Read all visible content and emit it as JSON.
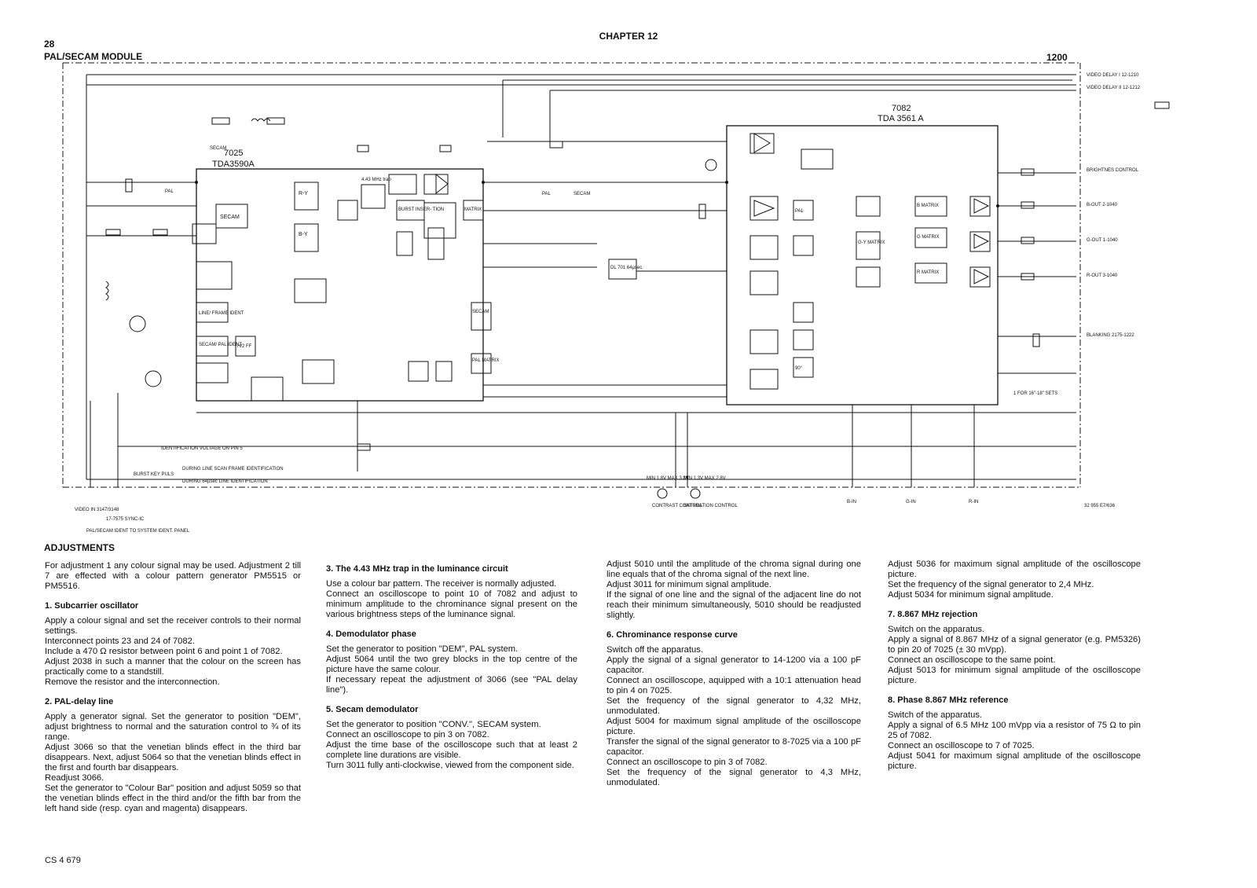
{
  "header": {
    "page_number": "28",
    "module": "PAL/SECAM MODULE",
    "chapter": "CHAPTER 12",
    "model": "1200"
  },
  "schematic": {
    "ic_main_1_number": "7025",
    "ic_main_1_type": "TDA3590A",
    "ic_main_2_number": "7082",
    "ic_main_2_type": "TDA 3561 A",
    "blocks": [
      "SECAM",
      "R-Y",
      "B-Y",
      "LINE/ FRAME IDENT",
      "SECAM/ PAL IDENT",
      "H/2 FF",
      "BURST INSER- TION",
      "MATRIX",
      "PAL MATRIX",
      "SECAM",
      "DL 701 64µsec",
      "G-Y MATRIX",
      "B MATRIX",
      "G MATRIX",
      "R MATRIX",
      "90°",
      "PAL"
    ],
    "outputs": [
      "VIDEO DELAY I 12-1210",
      "VIDEO DELAY II 12-1212",
      "BRIGHTNES CONTROL",
      "B-OUT 2-1040",
      "G-OUT 1-1040",
      "R-OUT 3-1040",
      "BLANKING 2175-1222"
    ],
    "inputs": [
      "VIDEO IN 3147/3148",
      "17-7575 SYNC-IC",
      "PAL/SECAM IDENT TO SYSTEM IDENT. PANEL",
      "CONTRAST CONTROL",
      "SATURATION CONTROL",
      "B-IN",
      "G-IN",
      "R-IN"
    ],
    "notes": [
      "IDENTIFICATION VOLTAGE ON PIN 5",
      "BURST KEY PULS",
      "DURING LINE SCAN FRAME IDENTIFICATION",
      "DURING 64µsec LINE IDENTIFICATION",
      "1 FOR 16\"-18\" SETS",
      "32 955 E7/636"
    ],
    "labels": [
      "PAL",
      "SECAM",
      "PAL",
      "SECAM",
      "4.43 MHz trap",
      "MIN 1.8V MAX 3.3V",
      "MIN 1.3V MAX 2.8V"
    ]
  },
  "section_title": "ADJUSTMENTS",
  "columns": [
    [
      {
        "type": "p",
        "text": "For adjustment 1 any colour signal may be used. Adjustment 2 till 7 are effected with a colour pattern generator PM5515 or PM5516."
      },
      {
        "type": "h",
        "text": "1. Subcarrier oscillator"
      },
      {
        "type": "p",
        "text": "Apply a colour signal and set the receiver controls to their normal settings."
      },
      {
        "type": "p",
        "text": "Interconnect points 23 and 24 of 7082."
      },
      {
        "type": "p",
        "text": "Include a 470 Ω resistor between point 6 and point 1 of 7082."
      },
      {
        "type": "p",
        "text": "Adjust 2038 in such a manner that the colour on the screen has practically come to a standstill."
      },
      {
        "type": "p",
        "text": "Remove the resistor and the interconnection."
      },
      {
        "type": "h",
        "text": "2. PAL-delay line"
      },
      {
        "type": "p",
        "text": "Apply a generator signal. Set the generator to position \"DEM\", adjust brightness to normal and the saturation control to ¾ of its range."
      },
      {
        "type": "p",
        "text": "Adjust 3066 so that the venetian blinds effect in the third bar disappears. Next, adjust 5064 so that the venetian blinds effect in the first and fourth bar disappears."
      },
      {
        "type": "p",
        "text": "Readjust 3066."
      },
      {
        "type": "p",
        "text": "Set the generator to \"Colour Bar\" position and adjust 5059 so that the venetian blinds effect in the third and/or the fifth bar from the left hand side (resp. cyan and magenta) disappears."
      }
    ],
    [
      {
        "type": "h",
        "text": "3. The 4.43 MHz trap in the luminance circuit"
      },
      {
        "type": "p",
        "text": "Use a colour bar pattern. The receiver is normally adjusted."
      },
      {
        "type": "p",
        "text": "Connect an oscilloscope to point 10 of 7082 and adjust to minimum amplitude to the chrominance signal present on the various brightness steps of the luminance signal."
      },
      {
        "type": "h",
        "text": "4. Demodulator phase"
      },
      {
        "type": "p",
        "text": "Set the generator to position \"DEM\", PAL system."
      },
      {
        "type": "p",
        "text": "Adjust 5064 until the two grey blocks in the top centre of the picture have the same colour."
      },
      {
        "type": "p",
        "text": "If necessary repeat the adjustment of 3066 (see \"PAL delay line\")."
      },
      {
        "type": "h",
        "text": "5. Secam demodulator"
      },
      {
        "type": "p",
        "text": "Set the generator to position \"CONV.\", SECAM system."
      },
      {
        "type": "p",
        "text": "Connect an oscilloscope to pin 3 on 7082."
      },
      {
        "type": "p",
        "text": "Adjust the time base of the oscilloscope such that at least 2 complete line durations are visible."
      },
      {
        "type": "p",
        "text": "Turn 3011 fully anti-clockwise, viewed from the component side."
      }
    ],
    [
      {
        "type": "p",
        "text": "Adjust 5010 until the amplitude of the chroma signal during one line equals that of the chroma signal of the next line."
      },
      {
        "type": "p",
        "text": "Adjust 3011 for minimum signal amplitude."
      },
      {
        "type": "p",
        "text": "If the signal of one line and the signal of the adjacent line do not reach their minimum simultaneously, 5010 should be readjusted slightly."
      },
      {
        "type": "h",
        "text": "6. Chrominance response curve"
      },
      {
        "type": "p",
        "text": "Switch off the apparatus."
      },
      {
        "type": "p",
        "text": "Apply the signal of a signal generator to 14-1200 via a 100 pF capacitor."
      },
      {
        "type": "p",
        "text": "Connect an oscilloscope, aquipped with a 10:1 attenuation head to pin 4 on 7025."
      },
      {
        "type": "p",
        "text": "Set the frequency of the signal generator to 4,32 MHz, unmodulated."
      },
      {
        "type": "p",
        "text": "Adjust 5004 for maximum signal amplitude of the oscilloscope picture."
      },
      {
        "type": "p",
        "text": "Transfer the signal of the signal generator to 8-7025 via a 100 pF capacitor."
      },
      {
        "type": "p",
        "text": "Connect an oscilloscope to pin 3 of 7082."
      },
      {
        "type": "p",
        "text": "Set the frequency of the signal generator to 4,3 MHz, unmodulated."
      }
    ],
    [
      {
        "type": "p",
        "text": "Adjust 5036 for maximum signal amplitude of the oscilloscope picture."
      },
      {
        "type": "p",
        "text": "Set the frequency of the signal generator to 2,4 MHz."
      },
      {
        "type": "p",
        "text": "Adjust 5034 for minimum signal amplitude."
      },
      {
        "type": "h",
        "text": "7. 8.867 MHz rejection"
      },
      {
        "type": "p",
        "text": "Switch on the apparatus."
      },
      {
        "type": "p",
        "text": "Apply a signal of 8.867 MHz of a signal generator (e.g. PM5326) to pin 20 of 7025 (± 30 mVpp)."
      },
      {
        "type": "p",
        "text": "Connect an oscilloscope to the same point."
      },
      {
        "type": "p",
        "text": "Adjust 5013 for minimum signal amplitude of the oscilloscope picture."
      },
      {
        "type": "h",
        "text": "8. Phase 8.867 MHz reference"
      },
      {
        "type": "p",
        "text": "Switch of the apparatus."
      },
      {
        "type": "p",
        "text": "Apply a signal of 6.5 MHz 100 mVpp via a resistor of 75 Ω to pin 25 of 7082."
      },
      {
        "type": "p",
        "text": "Connect an oscilloscope to 7 of 7025."
      },
      {
        "type": "p",
        "text": "Adjust 5041 for maximum signal amplitude of the oscilloscope picture."
      }
    ]
  ],
  "footer": "CS 4 679"
}
